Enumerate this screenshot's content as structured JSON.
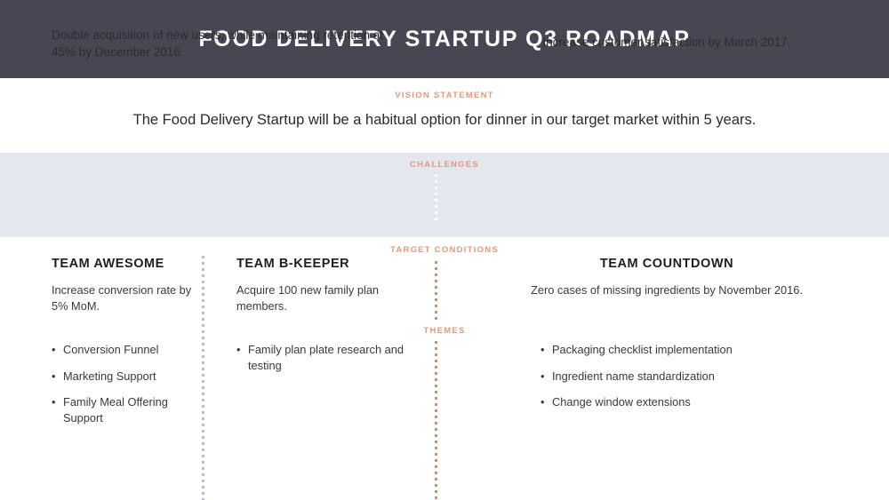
{
  "header": {
    "title": "Food Delivery Startup Q3 Roadmap"
  },
  "sections": {
    "vision_label": "Vision Statement",
    "challenges_label": "Challenges",
    "target_conditions_label": "Target Conditions",
    "themes_label": "Themes"
  },
  "vision": {
    "statement": "The Food Delivery Startup will be a habitual option for dinner in our target market within 5 years."
  },
  "challenges": [
    {
      "text": "Double acquisition of new users, while maintaining retention at 45% by December 2016."
    },
    {
      "text": "Increase customer satisfaction by March 2017."
    }
  ],
  "teams": [
    {
      "name": "Team Awesome",
      "target_condition": "Increase conversion rate by 5% MoM.",
      "themes": [
        "Conversion Funnel",
        "Marketing Support",
        "Family Meal Offering Support"
      ]
    },
    {
      "name": "Team B-Keeper",
      "target_condition": "Acquire 100 new family plan members.",
      "themes": [
        "Family plan plate research and testing"
      ]
    },
    {
      "name": "Team Countdown",
      "target_condition": "Zero cases of missing ingredients by November 2016.",
      "themes": [
        "Packaging checklist implementation",
        "Ingredient name standardization",
        "Change window extensions"
      ]
    }
  ],
  "colors": {
    "header_background": "#474754",
    "accent_label": "#dd9a7e",
    "band_background": "#e4e7ee",
    "divider_periwinkle": "#b8bdd4",
    "divider_orange": "#d98c5f",
    "divider_white": "#ffffff",
    "body_text": "#2b2b2b"
  }
}
